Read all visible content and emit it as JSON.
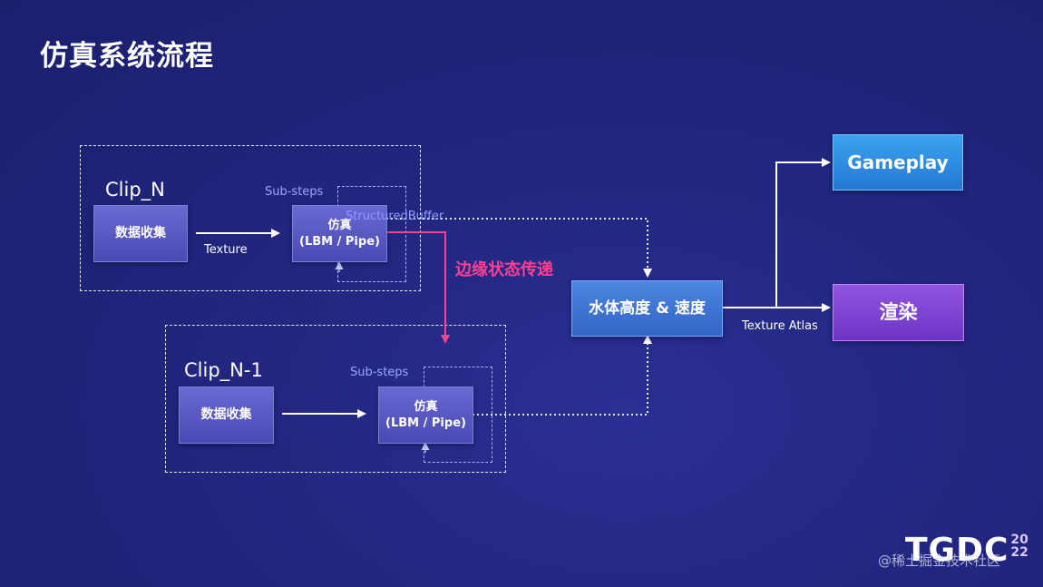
{
  "title": "仿真系统流程",
  "clip_n": {
    "label": "Clip_N",
    "collect": "数据收集",
    "texture": "Texture",
    "sub_steps": "Sub-steps",
    "sim_line1": "仿真",
    "sim_line2": "(LBM / Pipe)",
    "structured_buffer": "StructuredBuffer"
  },
  "clip_n_1": {
    "label": "Clip_N-1",
    "collect": "数据收集",
    "sub_steps": "Sub-steps",
    "sim_line1": "仿真",
    "sim_line2": "(LBM / Pipe)"
  },
  "edge_state_transfer": "边缘状态传递",
  "water": "水体高度 & 速度",
  "texture_atlas": "Texture Atlas",
  "gameplay": "Gameplay",
  "render": "渲染",
  "logo": {
    "text": "TGDC",
    "year_top": "20",
    "year_bottom": "22"
  },
  "watermark": "@稀土掘金技术社区",
  "colors": {
    "background": "#22267f",
    "state_transfer": "#ff3f8f",
    "gameplay": "#2f8ee2",
    "render": "#7d44d3",
    "water": "#3f74d3"
  }
}
